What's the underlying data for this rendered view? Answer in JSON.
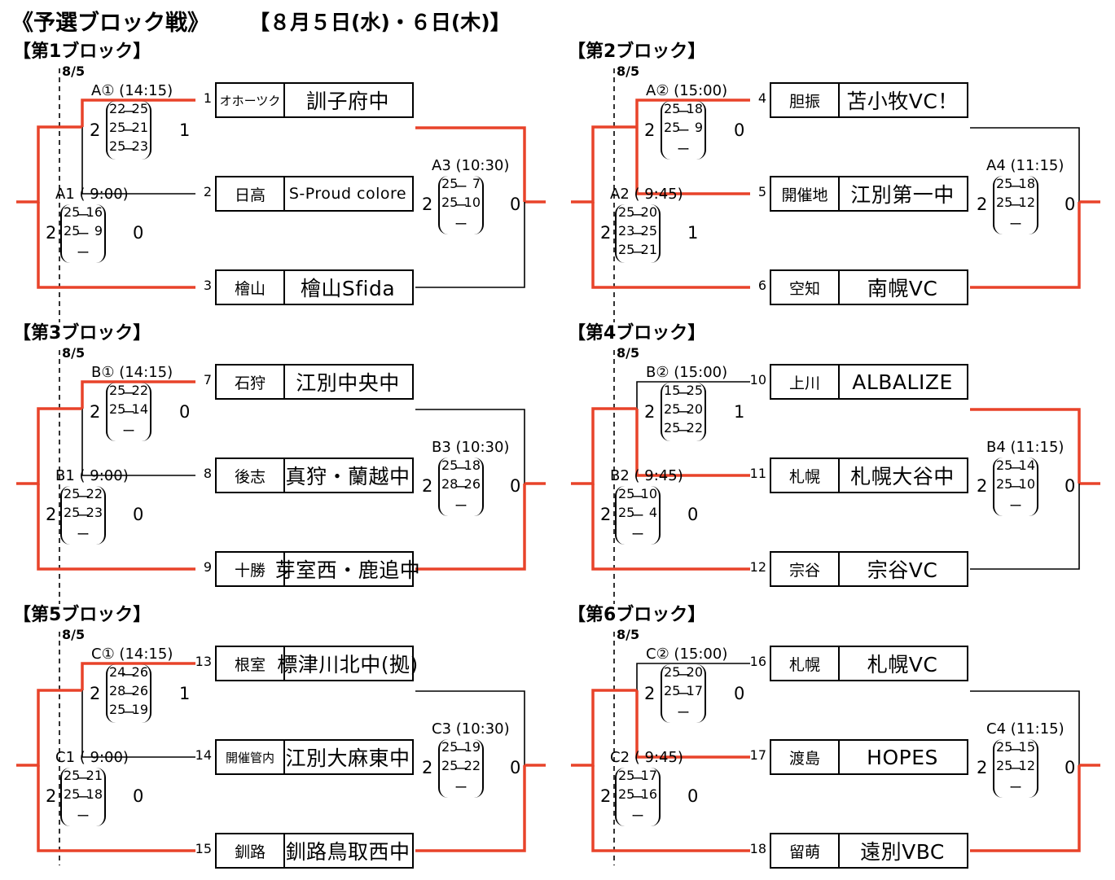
{
  "header": {
    "title": "《予選ブロック戦》",
    "dates": "【８月５日(水)・６日(木)】"
  },
  "blocks": [
    {
      "label": "【第1ブロック】",
      "date": "8/5",
      "teams": [
        {
          "seed": "1",
          "region": "オホーツク",
          "name": "訓子府中"
        },
        {
          "seed": "2",
          "region": "日高",
          "name": "S-Proud colore"
        },
        {
          "seed": "3",
          "region": "檜山",
          "name": "檜山Sfida"
        }
      ],
      "matches": [
        {
          "label": "A① (14:15)",
          "score": [
            "2",
            "1"
          ],
          "sets": [
            [
              "22",
              "25"
            ],
            [
              "25",
              "21"
            ],
            [
              "25",
              "23"
            ]
          ]
        },
        {
          "label": "A1 ( 9:00)",
          "score": [
            "2",
            "0"
          ],
          "sets": [
            [
              "25",
              "16"
            ],
            [
              "25",
              "9"
            ],
            [
              "",
              ""
            ]
          ]
        },
        {
          "label": "A3 (10:30)",
          "score": [
            "2",
            "0"
          ],
          "sets": [
            [
              "25",
              "7"
            ],
            [
              "25",
              "10"
            ],
            [
              "",
              ""
            ]
          ]
        }
      ]
    },
    {
      "label": "【第2ブロック】",
      "date": "8/5",
      "teams": [
        {
          "seed": "4",
          "region": "胆振",
          "name": "苫小牧VC！"
        },
        {
          "seed": "5",
          "region": "開催地",
          "name": "江別第一中"
        },
        {
          "seed": "6",
          "region": "空知",
          "name": "南幌VC"
        }
      ],
      "matches": [
        {
          "label": "A② (15:00)",
          "score": [
            "2",
            "0"
          ],
          "sets": [
            [
              "25",
              "18"
            ],
            [
              "25",
              "9"
            ],
            [
              "",
              ""
            ]
          ]
        },
        {
          "label": "A2 ( 9:45)",
          "score": [
            "2",
            "1"
          ],
          "sets": [
            [
              "25",
              "20"
            ],
            [
              "23",
              "25"
            ],
            [
              "25",
              "21"
            ]
          ]
        },
        {
          "label": "A4 (11:15)",
          "score": [
            "2",
            "0"
          ],
          "sets": [
            [
              "25",
              "18"
            ],
            [
              "25",
              "12"
            ],
            [
              "",
              ""
            ]
          ]
        }
      ]
    },
    {
      "label": "【第3ブロック】",
      "date": "8/5",
      "teams": [
        {
          "seed": "7",
          "region": "石狩",
          "name": "江別中央中"
        },
        {
          "seed": "8",
          "region": "後志",
          "name": "真狩・蘭越中"
        },
        {
          "seed": "9",
          "region": "十勝",
          "name": "芽室西・鹿追中"
        }
      ],
      "matches": [
        {
          "label": "B① (14:15)",
          "score": [
            "2",
            "0"
          ],
          "sets": [
            [
              "25",
              "22"
            ],
            [
              "25",
              "14"
            ],
            [
              "",
              ""
            ]
          ]
        },
        {
          "label": "B1 ( 9:00)",
          "score": [
            "2",
            "0"
          ],
          "sets": [
            [
              "25",
              "22"
            ],
            [
              "25",
              "23"
            ],
            [
              "",
              ""
            ]
          ]
        },
        {
          "label": "B3 (10:30)",
          "score": [
            "2",
            "0"
          ],
          "sets": [
            [
              "25",
              "18"
            ],
            [
              "28",
              "26"
            ],
            [
              "",
              ""
            ]
          ]
        }
      ]
    },
    {
      "label": "【第4ブロック】",
      "date": "8/5",
      "teams": [
        {
          "seed": "10",
          "region": "上川",
          "name": "ALBALIZE"
        },
        {
          "seed": "11",
          "region": "札幌",
          "name": "札幌大谷中"
        },
        {
          "seed": "12",
          "region": "宗谷",
          "name": "宗谷VC"
        }
      ],
      "matches": [
        {
          "label": "B② (15:00)",
          "score": [
            "2",
            "1"
          ],
          "sets": [
            [
              "15",
              "25"
            ],
            [
              "25",
              "20"
            ],
            [
              "25",
              "22"
            ]
          ]
        },
        {
          "label": "B2 ( 9:45)",
          "score": [
            "2",
            "0"
          ],
          "sets": [
            [
              "25",
              "10"
            ],
            [
              "25",
              "4"
            ],
            [
              "",
              ""
            ]
          ]
        },
        {
          "label": "B4 (11:15)",
          "score": [
            "2",
            "0"
          ],
          "sets": [
            [
              "25",
              "14"
            ],
            [
              "25",
              "10"
            ],
            [
              "",
              ""
            ]
          ]
        }
      ]
    },
    {
      "label": "【第5ブロック】",
      "date": "8/5",
      "teams": [
        {
          "seed": "13",
          "region": "根室",
          "name": "標津川北中(拠)"
        },
        {
          "seed": "14",
          "region": "開催管内",
          "name": "江別大麻東中"
        },
        {
          "seed": "15",
          "region": "釧路",
          "name": "釧路鳥取西中"
        }
      ],
      "matches": [
        {
          "label": "C① (14:15)",
          "score": [
            "2",
            "1"
          ],
          "sets": [
            [
              "24",
              "26"
            ],
            [
              "28",
              "26"
            ],
            [
              "25",
              "19"
            ]
          ]
        },
        {
          "label": "C1 ( 9:00)",
          "score": [
            "2",
            "0"
          ],
          "sets": [
            [
              "25",
              "21"
            ],
            [
              "25",
              "18"
            ],
            [
              "",
              ""
            ]
          ]
        },
        {
          "label": "C3 (10:30)",
          "score": [
            "2",
            "0"
          ],
          "sets": [
            [
              "25",
              "19"
            ],
            [
              "25",
              "22"
            ],
            [
              "",
              ""
            ]
          ]
        }
      ]
    },
    {
      "label": "【第6ブロック】",
      "date": "8/5",
      "teams": [
        {
          "seed": "16",
          "region": "札幌",
          "name": "札幌VC"
        },
        {
          "seed": "17",
          "region": "渡島",
          "name": "HOPES"
        },
        {
          "seed": "18",
          "region": "留萌",
          "name": "遠別VBC"
        }
      ],
      "matches": [
        {
          "label": "C② (15:00)",
          "score": [
            "2",
            "0"
          ],
          "sets": [
            [
              "25",
              "20"
            ],
            [
              "25",
              "17"
            ],
            [
              "",
              ""
            ]
          ]
        },
        {
          "label": "C2 ( 9:45)",
          "score": [
            "2",
            "0"
          ],
          "sets": [
            [
              "25",
              "17"
            ],
            [
              "25",
              "16"
            ],
            [
              "",
              ""
            ]
          ]
        },
        {
          "label": "C4 (11:15)",
          "score": [
            "2",
            "0"
          ],
          "sets": [
            [
              "25",
              "15"
            ],
            [
              "25",
              "12"
            ],
            [
              "",
              ""
            ]
          ]
        }
      ]
    }
  ],
  "style": {
    "winner_line_color": "#e8432a",
    "line_color": "#000000"
  }
}
